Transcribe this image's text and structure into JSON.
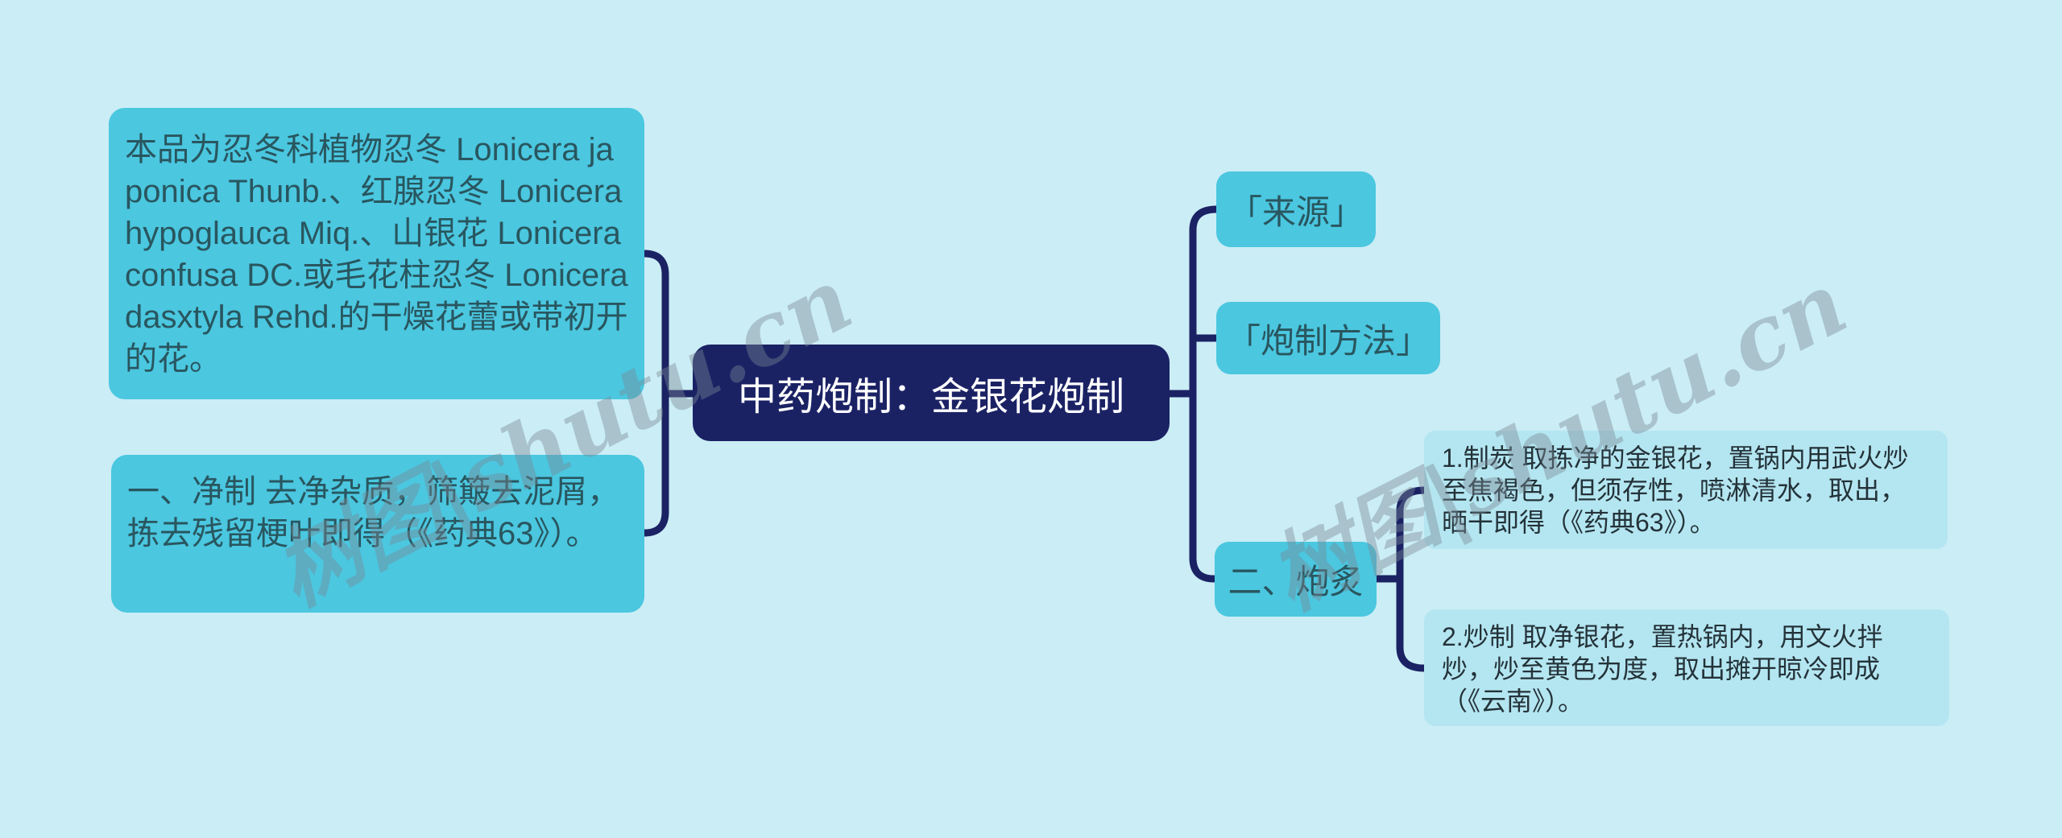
{
  "colors": {
    "background": "#cbedf5",
    "node_cyan": "#4bc7e0",
    "node_light": "#b4e6f1",
    "node_navy": "#1b2264",
    "connector": "#1b2264",
    "text_dark_teal": "#29565f",
    "text_block": "#243239",
    "root_text": "#ffffff"
  },
  "watermark": {
    "text": "树图|shutu.cn"
  },
  "mindmap": {
    "root": {
      "label": "中药炮制：金银花炮制"
    },
    "left": {
      "source_text": "本品为忍冬科植物忍冬 Lonicera japonica Thunb.、红腺忍冬 Lonicera hypoglauca Miq.、山银花 Lonicera confusa DC.或毛花柱忍冬 Lonicera dasxtyla Rehd.的干燥花蕾或带初开的花。",
      "jingzhi_text": "一、净制 去净杂质，筛簸去泥屑，拣去残留梗叶即得（《药典63》）。"
    },
    "right": {
      "laiyuan_label": "「来源」",
      "method_label": "「炮制方法」",
      "paozhi_label": "二、炮炙",
      "zhitan_text": "1.制炭 取拣净的金银花，置锅内用武火炒至焦褐色，但须存性，喷淋清水，取出，晒干即得（《药典63》）。",
      "chaozhi_text": "2.炒制 取净银花，置热锅内，用文火拌炒，炒至黄色为度，取出摊开晾冷即成（《云南》）。"
    }
  }
}
